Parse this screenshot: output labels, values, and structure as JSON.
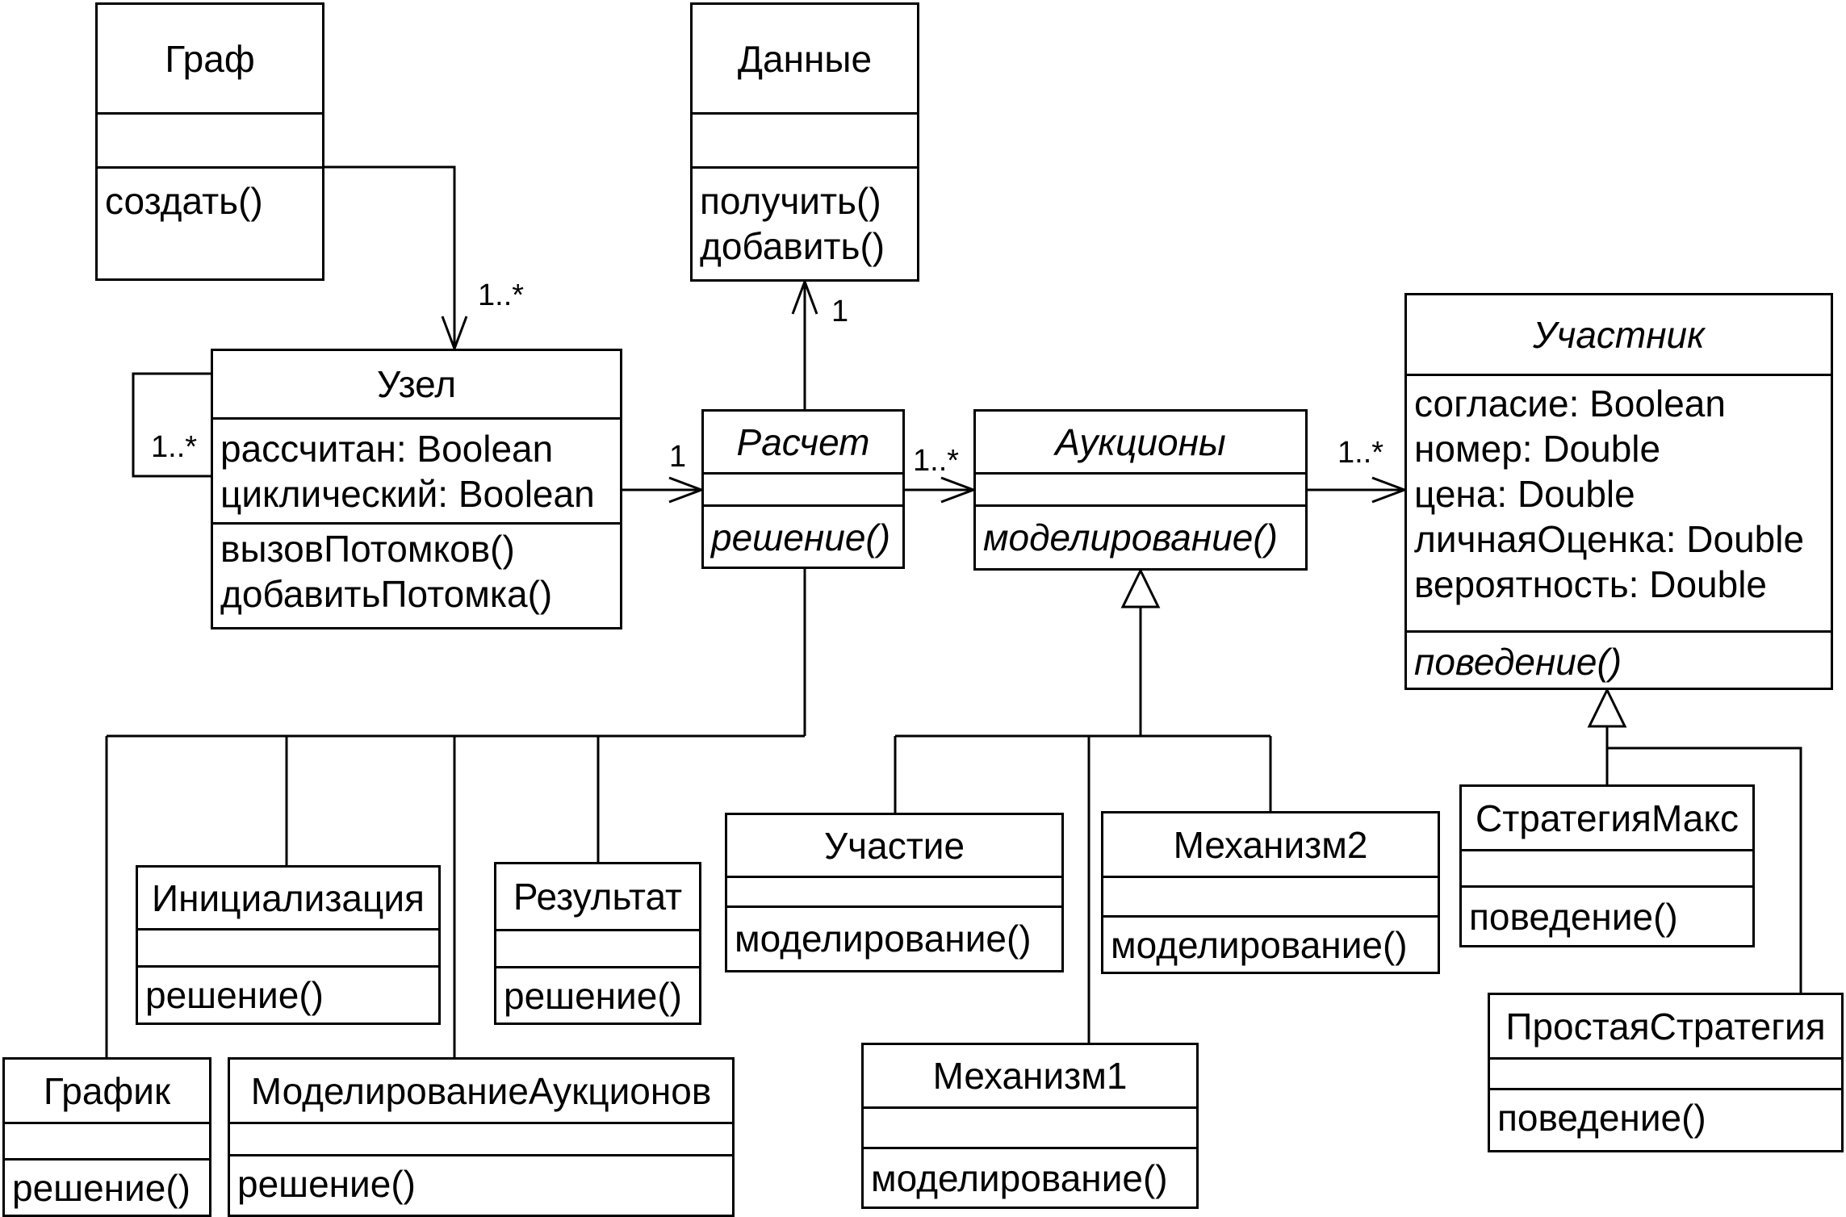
{
  "classes": {
    "graf": {
      "name": "Граф",
      "attributes": [],
      "operations": [
        "создать()"
      ]
    },
    "dannye": {
      "name": "Данные",
      "attributes": [],
      "operations": [
        "получить()",
        "добавить()"
      ]
    },
    "uzel": {
      "name": "Узел",
      "attributes": [
        "рассчитан: Boolean",
        "циклический: Boolean"
      ],
      "operations": [
        "вызовПотомков()",
        "добавитьПотомка()"
      ]
    },
    "raschet": {
      "name": "Расчет",
      "attributes": [],
      "operations": [
        "решение()"
      ]
    },
    "auktsiony": {
      "name": "Аукционы",
      "attributes": [],
      "operations": [
        "моделирование()"
      ]
    },
    "uchastnik": {
      "name": "Участник",
      "attributes": [
        "согласие: Boolean",
        "номер: Double",
        "цена: Double",
        "личнаяОценка: Double",
        "вероятность: Double"
      ],
      "operations": [
        "поведение()"
      ]
    },
    "initsializatsiya": {
      "name": "Инициализация",
      "attributes": [],
      "operations": [
        "решение()"
      ]
    },
    "rezultat": {
      "name": "Результат",
      "attributes": [],
      "operations": [
        "решение()"
      ]
    },
    "grafik": {
      "name": "График",
      "attributes": [],
      "operations": [
        "решение()"
      ]
    },
    "modelirovanie_auktsionov": {
      "name": "МоделированиеАукционов",
      "attributes": [],
      "operations": [
        "решение()"
      ]
    },
    "uchastie": {
      "name": "Участие",
      "attributes": [],
      "operations": [
        "моделирование()"
      ]
    },
    "mekhanizm2": {
      "name": "Механизм2",
      "attributes": [],
      "operations": [
        "моделирование()"
      ]
    },
    "mekhanizm1": {
      "name": "Механизм1",
      "attributes": [],
      "operations": [
        "моделирование()"
      ]
    },
    "strategiya_maks": {
      "name": "СтратегияМакс",
      "attributes": [],
      "operations": [
        "поведение()"
      ]
    },
    "prostaya_strategiya": {
      "name": "ПростаяСтратегия",
      "attributes": [],
      "operations": [
        "поведение()"
      ]
    }
  },
  "multiplicities": {
    "graf_uzel": "1..*",
    "uzel_self": "1..*",
    "raschet_dannye": "1",
    "uzel_raschet": "1",
    "raschet_auktsiony": "1..*",
    "auktsiony_uchastnik": "1..*"
  }
}
